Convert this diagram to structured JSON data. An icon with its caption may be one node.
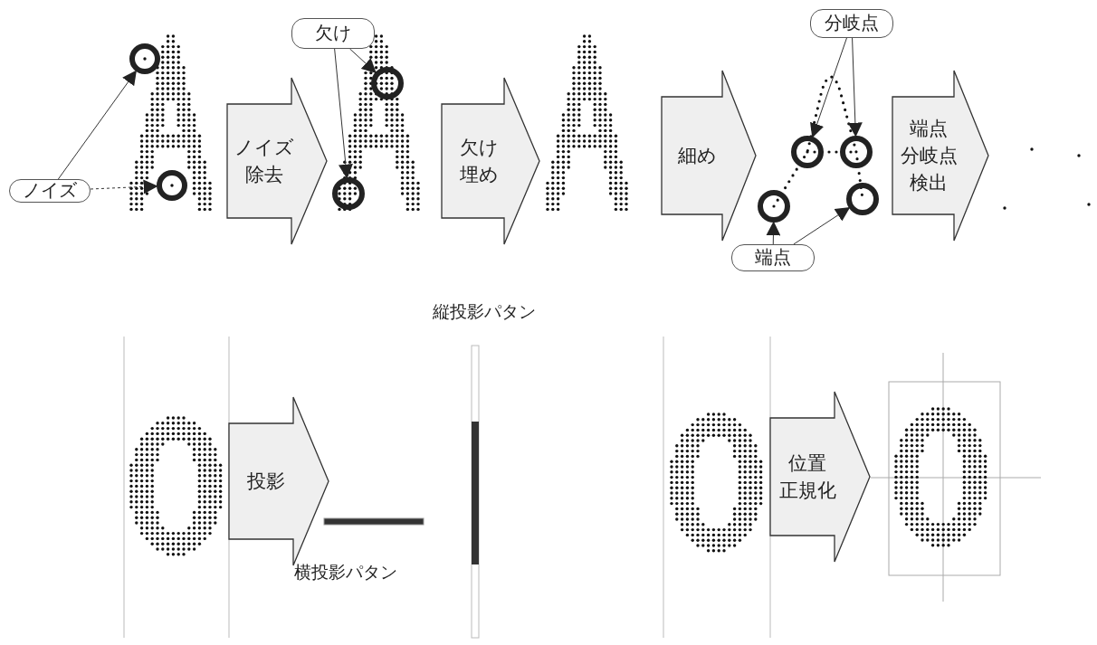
{
  "diagram": {
    "nodes": [
      {
        "text": [
          "ノイズ"
        ]
      },
      {
        "text": [],
        "shape": "circle"
      },
      {
        "text": [],
        "shape": "circle"
      },
      {
        "text": [
          "ノイズ除去"
        ]
      },
      {
        "text": [
          "欠け"
        ]
      },
      {
        "text": [],
        "shape": "circle"
      },
      {
        "text": [],
        "shape": "circle"
      },
      {
        "text": [
          "欠け埋め"
        ]
      },
      {
        "text": [
          "細め"
        ]
      },
      {
        "text": [
          "分岐点"
        ]
      },
      {
        "text": [],
        "shape": "circle"
      },
      {
        "text": [],
        "shape": "circle"
      },
      {
        "text": [],
        "shape": "circle"
      },
      {
        "text": [],
        "shape": "circle"
      },
      {
        "text": [
          "端点分岐点検出"
        ]
      },
      {
        "text": [
          "端点"
        ]
      },
      {
        "text": [
          "投影"
        ]
      },
      {
        "text": [
          "位置正規化"
        ]
      }
    ],
    "edges": [
      {
        "from": 0,
        "to": 1,
        "arrow": "to"
      },
      {
        "from": 0,
        "to": 2,
        "arrow": "to",
        "style": "dashed"
      },
      {
        "from": 4,
        "to": 5,
        "arrow": "to"
      },
      {
        "from": 4,
        "to": 6,
        "arrow": "to"
      },
      {
        "from": 9,
        "to": 10,
        "arrow": "to"
      },
      {
        "from": 9,
        "to": 11,
        "arrow": "to"
      },
      {
        "from": 15,
        "to": 12,
        "arrow": "to"
      },
      {
        "from": 15,
        "to": 13,
        "arrow": "to"
      }
    ],
    "labels": [
      "縦投影パタン",
      "横投影パタン"
    ]
  }
}
